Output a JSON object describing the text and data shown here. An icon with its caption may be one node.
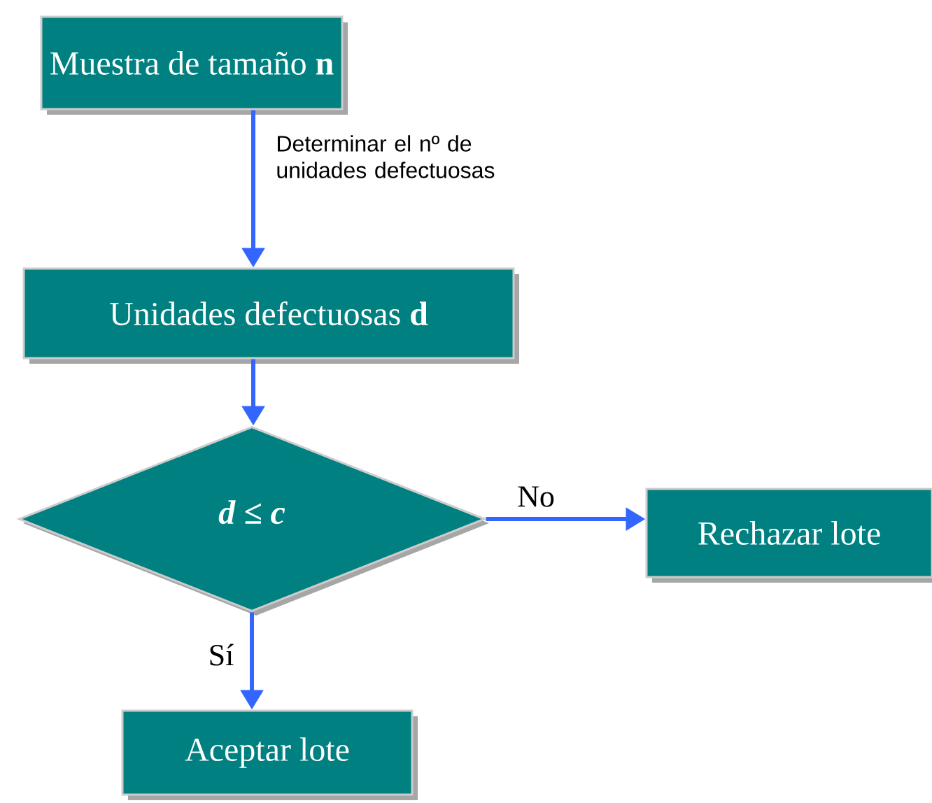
{
  "diagram": {
    "nodes": [
      {
        "text": [
          "Muestra de tamaño **n**"
        ]
      },
      {
        "text": [
          "Unidades defectuosas **d**"
        ]
      },
      {
        "text": [
          "d ≤ c"
        ]
      },
      {
        "text": [
          "Rechazar lote"
        ]
      },
      {
        "text": [
          "Aceptar lote"
        ]
      }
    ],
    "edges": [
      {
        "from": 0,
        "to": 1,
        "arrow": "to",
        "label": "Determinar el nº de unidades defectuosas"
      },
      {
        "from": 1,
        "to": 2,
        "arrow": "to"
      },
      {
        "from": 2,
        "to": 3,
        "arrow": "to",
        "label": "No"
      },
      {
        "from": 2,
        "to": 4,
        "arrow": "to",
        "label": "Sí"
      }
    ]
  }
}
